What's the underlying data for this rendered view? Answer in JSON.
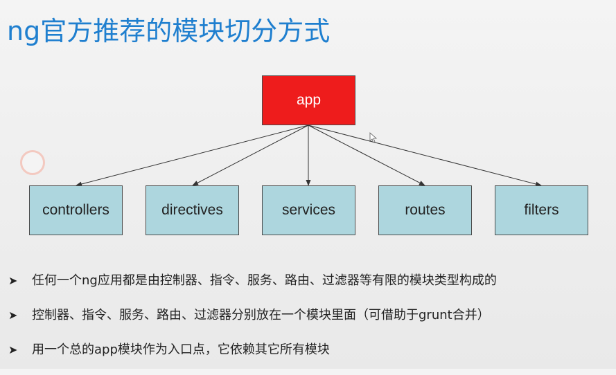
{
  "title": "ng官方推荐的模块切分方式",
  "diagram": {
    "root": "app",
    "children": [
      "controllers",
      "directives",
      "services",
      "routes",
      "filters"
    ]
  },
  "bullets": [
    "任何一个ng应用都是由控制器、指令、服务、路由、过滤器等有限的模块类型构成的",
    "控制器、指令、服务、路由、过滤器分别放在一个模块里面（可借助于grunt合并）",
    "用一个总的app模块作为入口点，它依赖其它所有模块"
  ],
  "bullet_marker": "➤",
  "colors": {
    "title": "#1f7fcf",
    "root_fill": "#ee1c1c",
    "child_fill": "#add6de"
  }
}
